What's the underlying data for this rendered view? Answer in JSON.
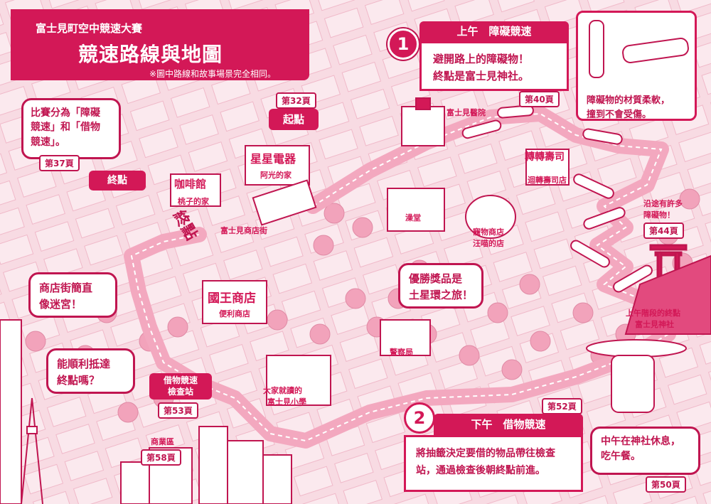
{
  "header": {
    "event": "富士見町空中競速大賽",
    "title": "競速路線與地圖",
    "note": "※圖中路線和故事場景完全相同。"
  },
  "intro_bubble": {
    "line1": "比賽分為「障礙",
    "line2": "競速」和「借物",
    "line3": "競速」。",
    "page": "第37頁"
  },
  "start": {
    "label": "起點",
    "page": "第32頁"
  },
  "finish": {
    "label": "終點",
    "road_text": "終點"
  },
  "places": {
    "hospital": "富士見醫院",
    "kaiten_sushi": "迴轉壽司店",
    "bathhouse": "澡堂",
    "pet_shop_line1": "寵物商店",
    "pet_shop_line2": "汪喵的店",
    "momoko_home": "桃子的家",
    "akou_home": "阿光的家",
    "shopping_street": "富士見商店街",
    "convenience_store": "便利商店",
    "kokuou_sign": "國王商店",
    "hoshi_denki_sign": "星星電器",
    "kissa_sign": "咖啡館",
    "sushi_sign": "轉轉壽司",
    "police": "警察局",
    "school_line1": "大家就讀的",
    "school_line2": "富士見小學",
    "checkpoint_line1": "借物競速",
    "checkpoint_line2": "檢查站",
    "checkpoint_page": "第53頁",
    "commercial_area": "商業區",
    "commercial_page": "第58頁",
    "shrine_line1": "上午階段的終點",
    "shrine_line2": "富士見神社",
    "many_obstacles_line1": "沿途有許多",
    "many_obstacles_line2": "障礙物！",
    "obstacles_page": "第44頁"
  },
  "morning": {
    "number": "1",
    "title": "上午　障礙競速",
    "line1": "避開路上的障礙物！",
    "line2": "終點是富士見神社。",
    "page": "第40頁"
  },
  "obstacle_box": {
    "line1": "障礙物的材質柔軟，",
    "line2": "撞到不會受傷。"
  },
  "afternoon": {
    "number": "2",
    "title": "下午　借物競速",
    "line1": "將抽籤決定要借的物品帶往檢查",
    "line2": "站，通過檢查後朝終點前進。",
    "page": "第52頁"
  },
  "bubbles": {
    "maze_line1": "商店街簡直",
    "maze_line2": "像迷宮！",
    "reach_line1": "能順利抵達",
    "reach_line2": "終點嗎？",
    "prize_line1": "優勝獎品是",
    "prize_line2": "土星環之旅！",
    "lunch_line1": "中午在神社休息，",
    "lunch_line2": "吃午餐。",
    "lunch_page": "第50頁"
  },
  "colors": {
    "primary": "#d31857",
    "dark": "#b3124a",
    "light": "#f8dbe3",
    "road": "#f3a8bf"
  }
}
